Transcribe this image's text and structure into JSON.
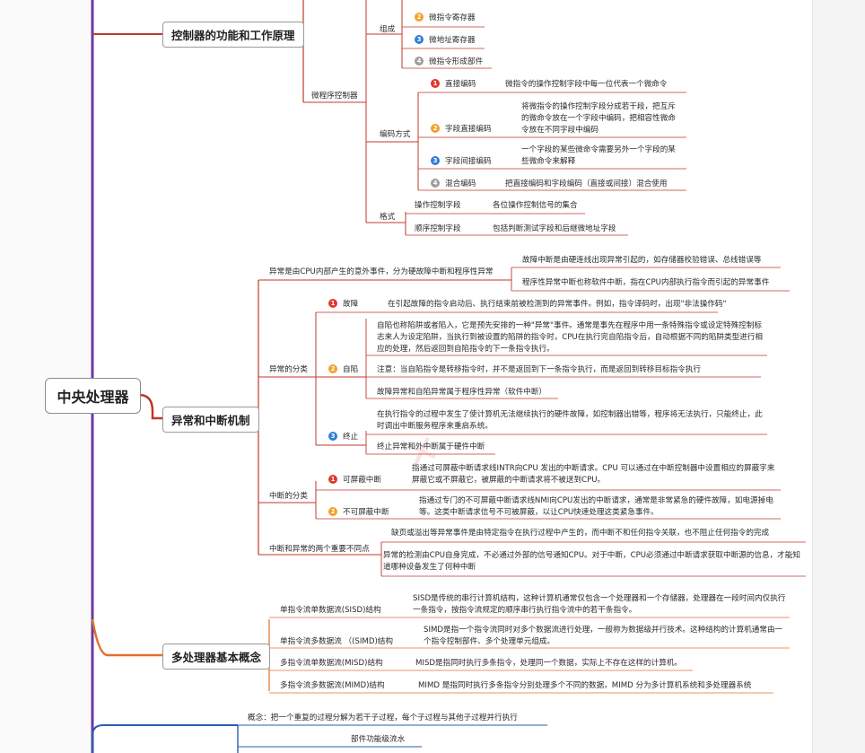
{
  "root": {
    "label": "中央处理器"
  },
  "colors": {
    "spine_purple": "#6a3aa0",
    "branch_red": "#c0392b",
    "branch_blue": "#2a5db0",
    "branch_orange": "#e07030",
    "branch_green": "#5a9e3a"
  },
  "controller": {
    "title": "控制器的功能和工作原理",
    "micro": {
      "label": "微程序控制器",
      "composition": {
        "label": "组成",
        "items": [
          {
            "badge": "2",
            "label": "微指令寄存器"
          },
          {
            "badge": "3",
            "label": "微地址寄存器"
          },
          {
            "badge": "4",
            "label": "微指令形成部件"
          }
        ]
      },
      "encoding": {
        "label": "编码方式",
        "items": [
          {
            "badge": "1",
            "label": "直接编码",
            "desc": "微指令的操作控制字段中每一位代表一个微命令"
          },
          {
            "badge": "2",
            "label": "字段直接编码",
            "desc": "将微指令的操作控制字段分成若干段，把互斥的微命令放在一个字段中编码，把相容性微命令放在不同字段中编码"
          },
          {
            "badge": "3",
            "label": "字段间接编码",
            "desc": "一个字段的某些微命令需要另外一个字段的某些微命令来解释"
          },
          {
            "badge": "4",
            "label": "混合编码",
            "desc": "把直接编码和字段编码（直接或间接）混合使用"
          }
        ]
      },
      "format": {
        "label": "格式",
        "items": [
          {
            "label": "操作控制字段",
            "desc": "各位操作控制信号的集合"
          },
          {
            "label": "顺序控制字段",
            "desc": "包括判断测试字段和后继微地址字段"
          }
        ]
      }
    }
  },
  "exception": {
    "title": "异常和中断机制",
    "definition": {
      "label": "异常是由CPU内部产生的意外事件，分为硬故障中断和程序性异常",
      "items": [
        "故障中断是由硬连线出现异常引起的，如存储器校验错误、总线错误等",
        "程序性异常中断也称软件中断，指在CPU内部执行指令而引起的异常事件"
      ]
    },
    "classification": {
      "label": "异常的分类",
      "fault": {
        "badge": "1",
        "label": "故障",
        "desc": "在引起故障的指令启动后、执行结束前被检测到的异常事件。例如，指令译码时，出现\"非法操作码\""
      },
      "trap": {
        "badge": "2",
        "label": "自陷",
        "items": [
          "自陷也称陷阱或者陷入，它是预先安排的一种\"异常\"事件。通常是事先在程序中用一条特殊指令或设定特殊控制标志来人为设定陷阱，当执行到被设置的陷阱的指令时，CPU在执行完自陷指令后，自动根据不同的陷阱类型进行相应的处理，然后返回到自陷指令的下一条指令执行。",
          "注意：当自陷指令是转移指令时，并不是返回到下一条指令执行，而是返回到转移目标指令执行",
          "故障异常和自陷异常属于程序性异常（软件中断）"
        ]
      },
      "abort": {
        "badge": "3",
        "label": "终止",
        "items": [
          "在执行指令的过程中发生了使计算机无法继续执行的硬件故障，如控制器出错等，程序将无法执行，只能终止，此时调出中断服务程序来重启系统。",
          "终止异常和外中断属于硬件中断"
        ]
      }
    },
    "interrupt": {
      "label": "中断的分类",
      "maskable": {
        "badge": "1",
        "label": "可屏蔽中断",
        "desc": "指通过可屏蔽中断请求线INTR向CPU 发出的中断请求。CPU 可以通过在中断控制器中设置相应的屏蔽字来屏蔽它或不屏蔽它，被屏蔽的中断请求将不被送到CPU。"
      },
      "nonmaskable": {
        "badge": "2",
        "label": "不可屏蔽中断",
        "desc": "指通过专门的不可屏蔽中断请求线NMI向CPU发出的中断请求，通常是非常紧急的硬件故障，如电源掉电等。这类中断请求信号不可被屏蔽，以让CPU快速处理这类紧急事件。"
      }
    },
    "differences": {
      "label": "中断和异常的两个重要不同点",
      "items": [
        "缺页或溢出等异常事件是由特定指令在执行过程中产生的，而中断不和任何指令关联，也不阻止任何指令的完成",
        "异常的检测由CPU自身完成，不必通过外部的信号通知CPU。对于中断，CPU必须通过中断请求获取中断源的信息，才能知道哪种设备发生了何种中断"
      ]
    }
  },
  "multiprocessor": {
    "title": "多处理器基本概念",
    "items": [
      {
        "label": "单指令流单数据流(SISD)结构",
        "desc": "SISD是传统的串行计算机结构，这种计算机通常仅包含一个处理器和一个存储器，处理器在一段时间内仅执行一条指令，按指令流规定的顺序串行执行指令流中的若干条指令。"
      },
      {
        "label": "单指令流多数据流 （(SIMD)结构",
        "desc": "SIMD是指一个指令流同时对多个数据流进行处理，一般称为数据级并行技术。这种结构的计算机通常由一个指令控制部件、多个处理单元组成。"
      },
      {
        "label": "多指令流单数据流(MISD)结构",
        "desc": "MISD是指同时执行多条指令，处理同一个数据，实际上不存在这样的计算机。"
      },
      {
        "label": "多指令流多数据流(MIMD)结构",
        "desc": "MIMD 是指同时执行多条指令分别处理多个不同的数据，MIMD 分为多计算机系统和多处理器系统"
      }
    ]
  },
  "pipeline": {
    "concept": "概念：把一个重复的过程分解为若干子过程，每个子过程与其他子过程并行执行",
    "child": "部件功能级流水"
  }
}
